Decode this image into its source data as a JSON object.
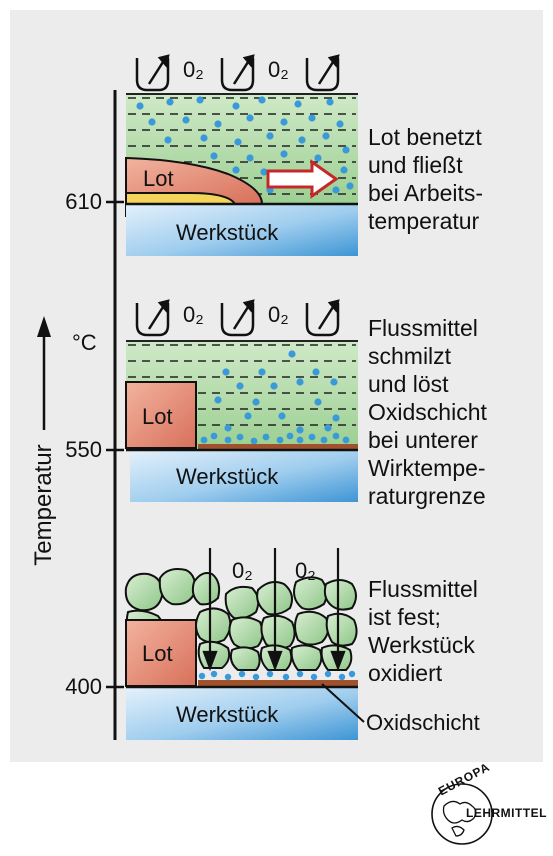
{
  "axis": {
    "label": "Temperatur",
    "unit": "°C",
    "ticks": [
      "610",
      "550",
      "400"
    ]
  },
  "stages": [
    {
      "description": "Lot benetzt\nund fließt\nbei Arbeits-\ntemperatur",
      "solder_label": "Lot",
      "workpiece_label": "Werkstück",
      "oxygen_labels": [
        "0₂",
        "0₂"
      ]
    },
    {
      "description": "Flussmittel\nschmilzt\nund löst\nOxidschicht\nbei unterer\nWirktempe-\nraturgrenze",
      "solder_label": "Lot",
      "workpiece_label": "Werkstück",
      "oxygen_labels": [
        "0₂",
        "0₂"
      ]
    },
    {
      "description": "Flussmittel\nist fest;\nWerkstück\noxidiert",
      "solder_label": "Lot",
      "workpiece_label": "Werkstück",
      "oxygen_labels": [
        "0₂",
        "0₂"
      ],
      "oxide_label": "Oxidschicht"
    }
  ],
  "logo": {
    "top_text": "EUROPA",
    "bottom_text": "LEHRMITTEL"
  },
  "colors": {
    "flux": "#a9d6a2",
    "solder_red": "#e58a72",
    "solder_yellow": "#f4d55a",
    "workpiece_light": "#d7ebf8",
    "workpiece_dark": "#3f97d6",
    "bubble": "#3a9ad9",
    "oxide": "#a0522d"
  }
}
